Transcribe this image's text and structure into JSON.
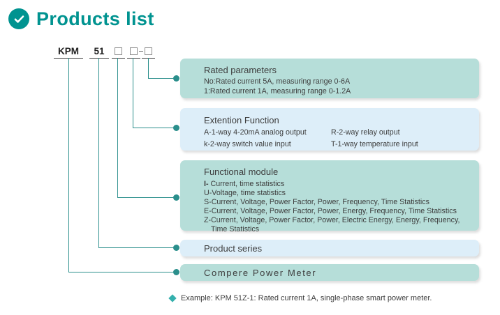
{
  "header": {
    "title": "Products list",
    "icon": "check-circle-icon",
    "accent_color": "#009390"
  },
  "code_row": {
    "segments": [
      {
        "label": "KPM"
      },
      {
        "label": "51"
      }
    ],
    "squares": 3,
    "dash": "-"
  },
  "boxes": [
    {
      "id": "rated-parameters",
      "tint": "teal",
      "color": "#b6ded9",
      "title": "Rated parameters",
      "lines": [
        "No:Rated current 5A, measuring range 0-6A",
        "1:Rated current 1A, measuring range 0-1.2A"
      ]
    },
    {
      "id": "extention-function",
      "tint": "blue",
      "color": "#ddeef9",
      "title": "Extention Function",
      "col1": [
        "A-1-way 4-20mA analog output",
        "k-2-way switch value input"
      ],
      "col2": [
        "R-2-way relay output",
        "T-1-way temperature input"
      ]
    },
    {
      "id": "functional-module",
      "tint": "teal",
      "color": "#b6ded9",
      "title": "Functional module",
      "lines": [
        {
          "bold": "I-",
          "rest": " Current, time statistics",
          "indent": false
        },
        {
          "bold": "",
          "rest": "U-Voltage, time statistics",
          "indent": false
        },
        {
          "bold": "",
          "rest": "S-Current, Voltage, Power Factor, Power, Frequency, Time Statistics",
          "indent": false
        },
        {
          "bold": "",
          "rest": "E-Current, Voltage, Power Factor, Power, Energy, Frequency, Time Statistics",
          "indent": false
        },
        {
          "bold": "",
          "rest": "Z-Current, Voltage, Power Factor, Power, Electric Energy, Energy, Frequency,",
          "indent": false
        },
        {
          "bold": "",
          "rest": "Time Statistics",
          "indent": true
        }
      ]
    },
    {
      "id": "product-series",
      "tint": "blue",
      "color": "#ddeef9",
      "label": "Product series"
    },
    {
      "id": "compere-power-meter",
      "tint": "teal",
      "color": "#b6ded9",
      "label": "Compere  Power  Meter"
    }
  ],
  "footer": {
    "bullet": "diamond-bullet-icon",
    "text": "Example: KPM 51Z-1: Rated current 1A, single-phase smart power meter."
  },
  "connector_color": "#2b8f8c"
}
